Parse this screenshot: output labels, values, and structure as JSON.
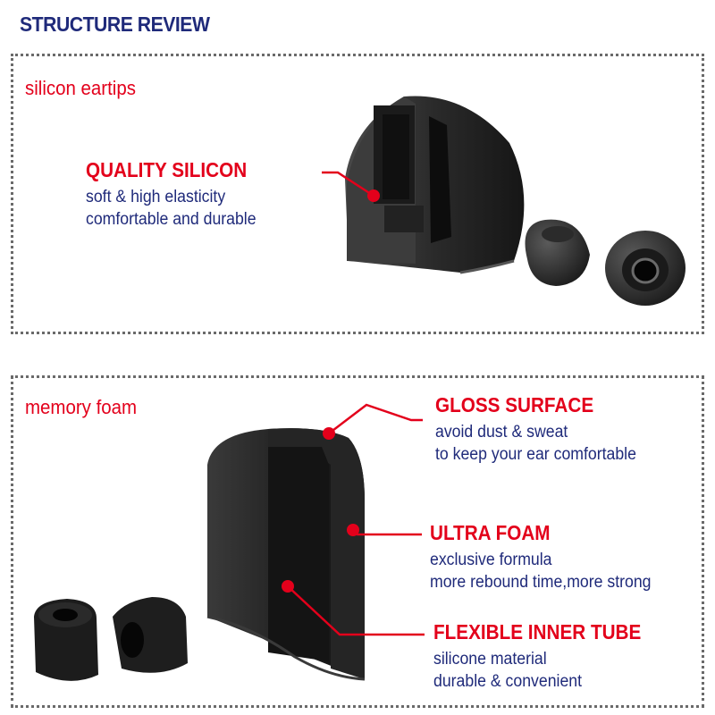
{
  "header": {
    "title": "STRUCTURE REVIEW"
  },
  "silicon": {
    "label": "silicon eartips",
    "callout": {
      "title": "QUALITY SILICON",
      "lines": [
        "soft & high elasticity",
        "comfortable and durable"
      ]
    }
  },
  "foam": {
    "label": "memory foam",
    "callouts": [
      {
        "title": "GLOSS SURFACE",
        "lines": [
          "avoid dust & sweat",
          "to keep your ear comfortable"
        ]
      },
      {
        "title": "ULTRA FOAM",
        "lines": [
          "exclusive formula",
          "more rebound time,more strong"
        ]
      },
      {
        "title": "FLEXIBLE INNER TUBE",
        "lines": [
          "silicone material",
          "durable & convenient"
        ]
      }
    ]
  },
  "colors": {
    "accent_red": "#e3001b",
    "text_navy": "#1f2a7a",
    "border_gray": "#6a6a6a"
  }
}
